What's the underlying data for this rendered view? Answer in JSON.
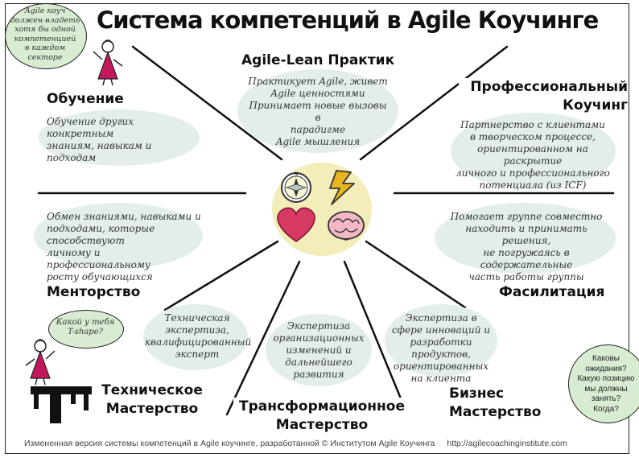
{
  "title": "Система компетенций в Agile Коучинге",
  "competencies": {
    "agile_lean": {
      "heading": "Agile-Lean Практик",
      "lines": [
        "Практикует Agile, живет",
        "Agile ценностями",
        "Принимает новые вызовы в",
        "парадигме",
        "Agile мышления"
      ]
    },
    "professional": {
      "heading_lines": [
        "Профессиональный",
        "Коучинг"
      ],
      "lines": [
        "Партнерство с клиентами",
        "в творческом процессе,",
        "ориентированном на раскрытие",
        "личного и профессионального",
        "потенциала (из ICF)"
      ]
    },
    "teaching": {
      "heading": "Обучение",
      "lines": [
        "Обучение других конкретным",
        "знаниям, навыкам и",
        "подходам"
      ]
    },
    "mentoring": {
      "heading": "Менторство",
      "lines": [
        "Обмен знаниями, навыками и",
        "подходами, которые способствуют",
        "личному и профессиональному",
        "росту обучающихся"
      ]
    },
    "facilitation": {
      "heading": "Фасилитация",
      "lines": [
        "Помогает группе совместно",
        "находить и принимать решения,",
        "не погружаясь в содержательные",
        "часть работы группы"
      ]
    },
    "technical": {
      "heading_lines": [
        "Техническое",
        "Мастерство"
      ],
      "lines": [
        "Техническая",
        "экспертиза,",
        "квалифицированный",
        "эксперт"
      ]
    },
    "transformational": {
      "heading_lines": [
        "Трансформационное",
        "Мастерство"
      ],
      "lines": [
        "Экспертиза",
        "организационных",
        "изменений и",
        "дальнейшего",
        "развития"
      ]
    },
    "business": {
      "heading_lines": [
        "Бизнес",
        "Мастерство"
      ],
      "lines": [
        "Экспертиза в",
        "сфере инноваций и",
        "разработки продуктов,",
        "ориентированных",
        "на клиента"
      ]
    }
  },
  "bubbles": {
    "top_left": [
      "Agile коуч",
      "должен владеть",
      "хотя бы одной",
      "компетенцией",
      "в каждом",
      "секторе"
    ],
    "t_shape": [
      "Какой у тебя",
      "T-shape?"
    ],
    "bottom_right": [
      "Каковы",
      "ожидания?",
      "Какую позицию",
      "мы должны",
      "занять?",
      "Когда?"
    ]
  },
  "footer": {
    "credit": "Измененная версия системы компетенций в Agile коучинге, разработанной © Институтом Agile Коучинга",
    "url": "http://agilecoachinginstitute.com"
  },
  "colors": {
    "blob": "#e3eee9",
    "center": "#f3edb9",
    "bubble": "#d8ecd2",
    "heart": "#d63a63",
    "brain": "#f2b9c4",
    "lightning": "#e8b520",
    "figure": "#c2185b"
  },
  "icons": [
    "compass-icon",
    "lightning-icon",
    "heart-icon",
    "brain-icon",
    "stick-figure-icon",
    "t-shape-icon"
  ]
}
